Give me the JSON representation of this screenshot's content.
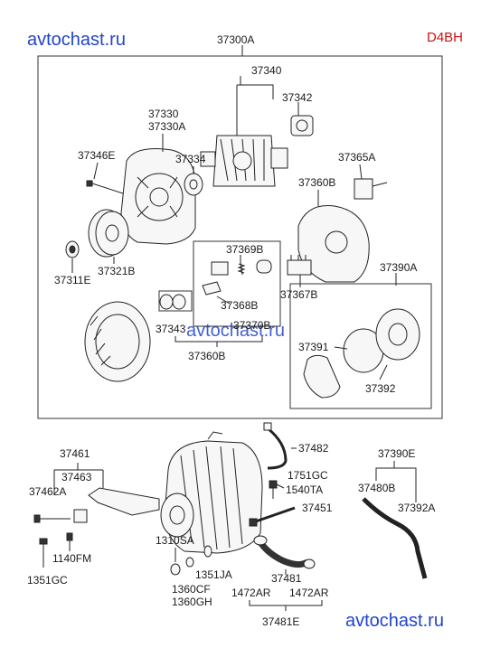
{
  "watermark": "avtochast.ru",
  "engine_code": "D4BH",
  "labels": {
    "l37300A": "37300A",
    "l37340": "37340",
    "l37342": "37342",
    "l37330": "37330",
    "l37330A": "37330A",
    "l37334": "37334",
    "l37346E": "37346E",
    "l37365A": "37365A",
    "l37360B_top": "37360B",
    "l37321B": "37321B",
    "l37311E": "37311E",
    "l37369B": "37369B",
    "l37368B": "37368B",
    "l37367B": "37367B",
    "l37390A": "37390A",
    "l37343": "37343",
    "l37370B": "37370B",
    "l37360B_bot": "37360B",
    "l37391": "37391",
    "l37392": "37392",
    "l37461": "37461",
    "l37463": "37463",
    "l37462A": "37462A",
    "l1140FM": "1140FM",
    "l1351GC": "1351GC",
    "l37482": "37482",
    "l1751GC": "1751GC",
    "l1540TA": "1540TA",
    "l37451": "37451",
    "l37390E": "37390E",
    "l37480B": "37480B",
    "l37392A": "37392A",
    "l1310SA": "1310SA",
    "l1351JA": "1351JA",
    "l1360CF": "1360CF",
    "l1360GH": "1360GH",
    "l37481": "37481",
    "l1472AR_left": "1472AR",
    "l1472AR_right": "1472AR",
    "l37481E": "37481E"
  }
}
